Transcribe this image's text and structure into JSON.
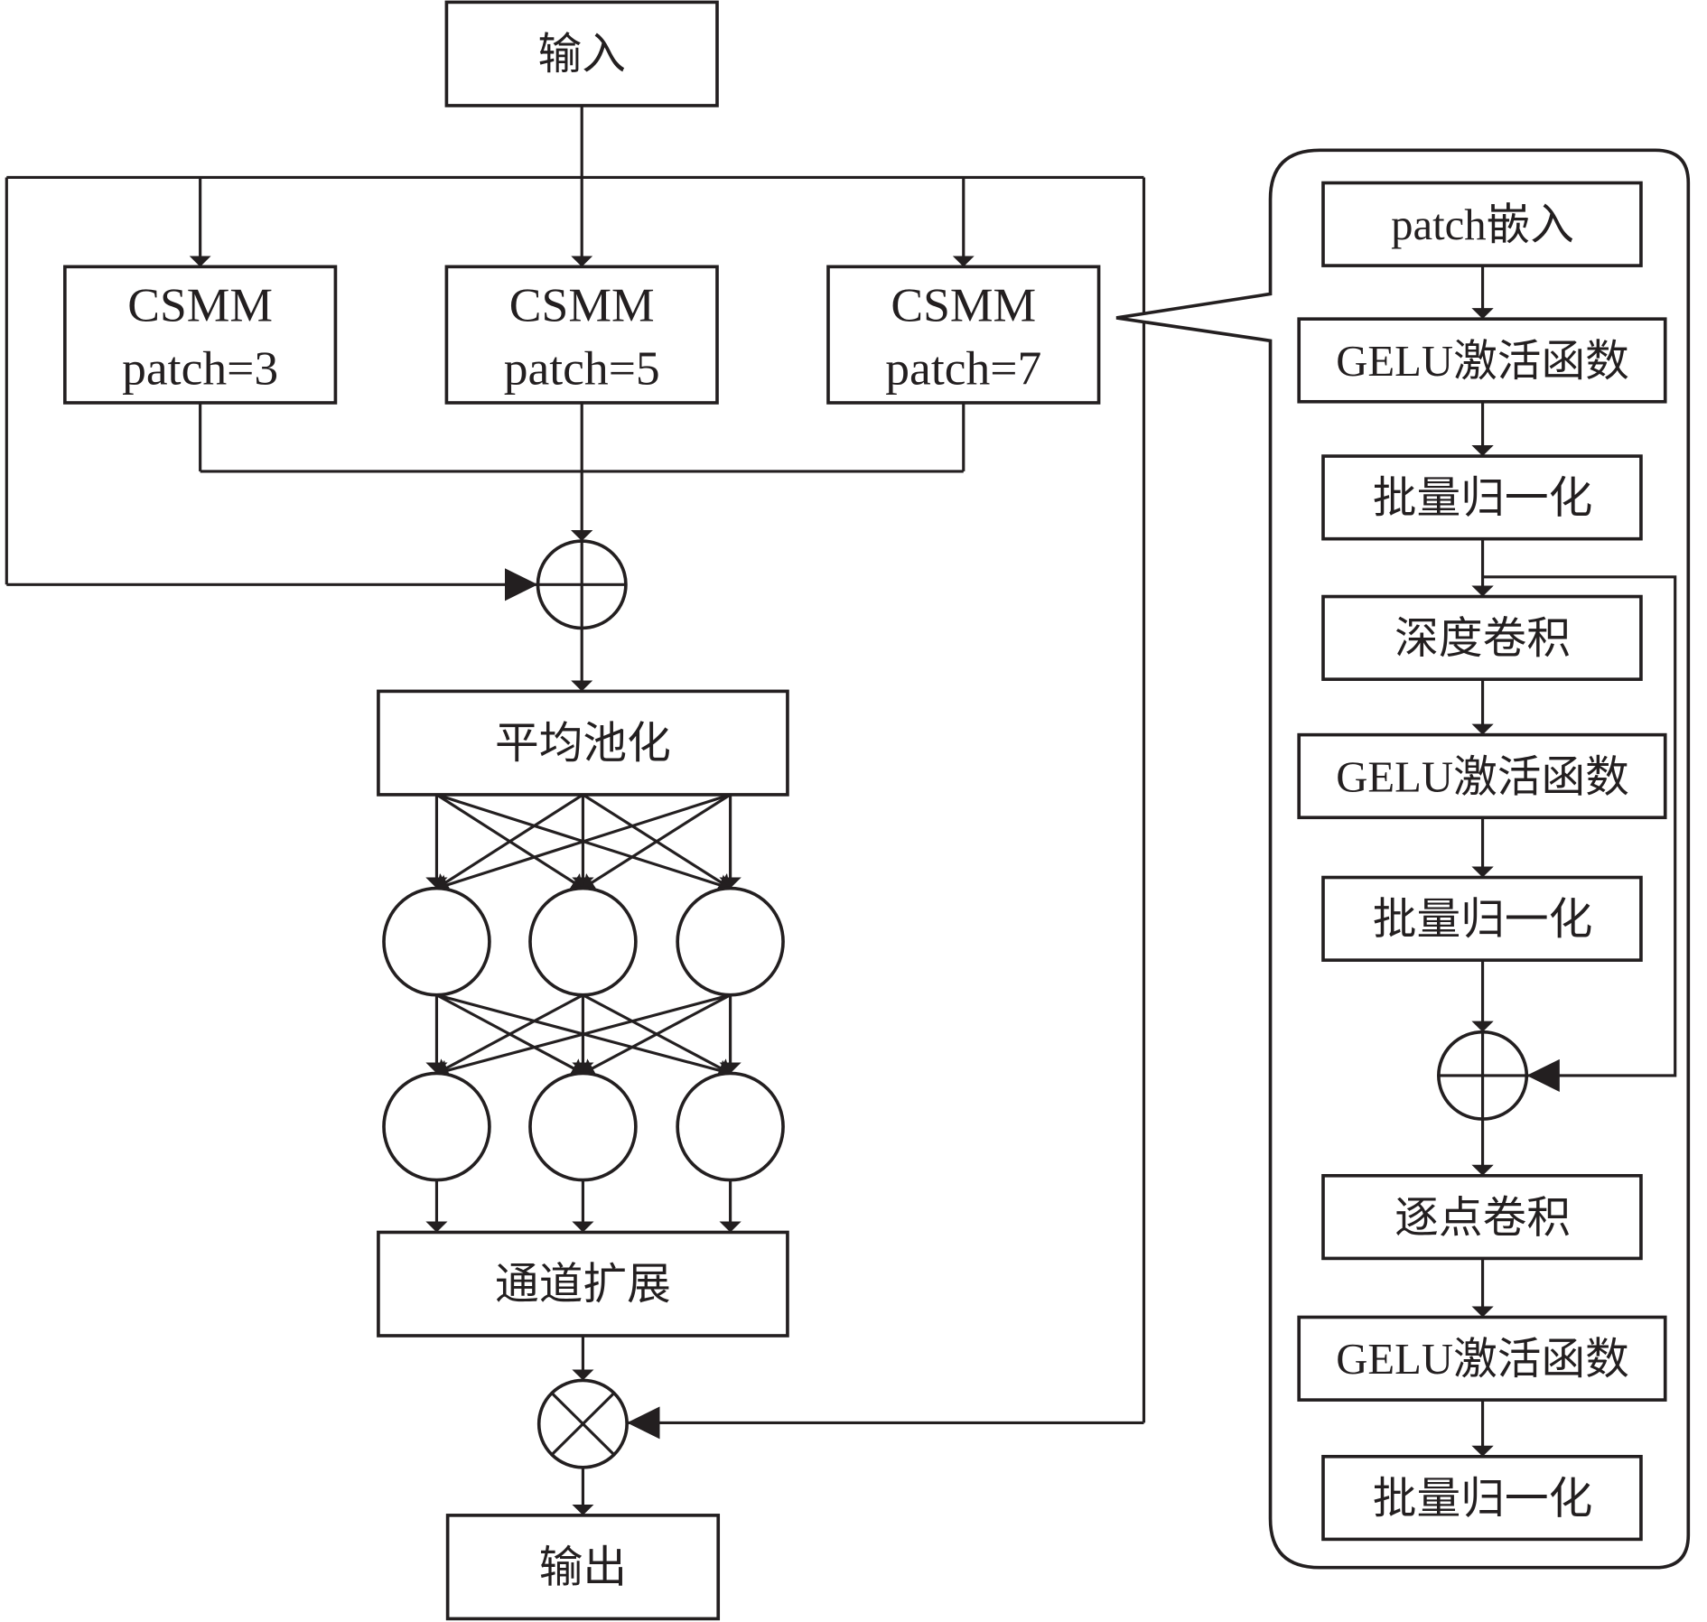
{
  "diagram": {
    "input_label": "输入",
    "output_label": "输出",
    "csmm_blocks": [
      {
        "title": "CSMM",
        "param": "patch=3"
      },
      {
        "title": "CSMM",
        "param": "patch=5"
      },
      {
        "title": "CSMM",
        "param": "patch=7"
      }
    ],
    "sum_symbol": "add",
    "avg_pool_label": "平均池化",
    "channel_expand_label": "通道扩展",
    "mul_symbol": "multiply",
    "mlp_layers": [
      3,
      3
    ],
    "detail_panel": {
      "describes": "CSMM patch=7",
      "steps": [
        "patch嵌入",
        "GELU激活函数",
        "批量归一化",
        "深度卷积",
        "GELU激活函数",
        "批量归一化",
        "逐点卷积",
        "GELU激活函数",
        "批量归一化"
      ],
      "residual_from": "批量归一化",
      "residual_to": "逐点卷积"
    },
    "colors": {
      "stroke": "#231f20",
      "background": "#ffffff"
    }
  }
}
